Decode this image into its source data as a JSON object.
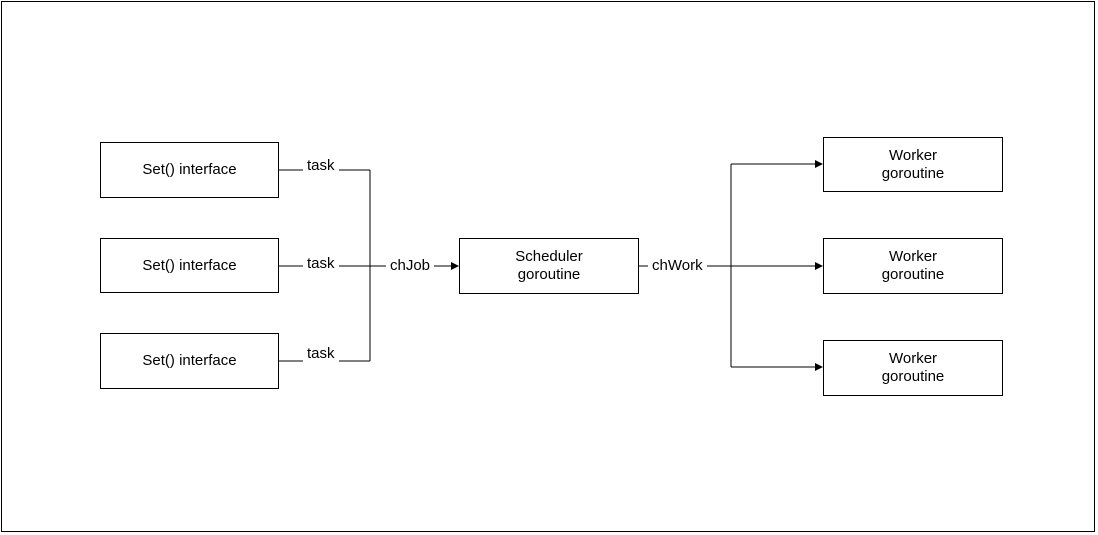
{
  "diagram": {
    "inputs": [
      {
        "label": "Set() interface",
        "edge": "task"
      },
      {
        "label": "Set() interface",
        "edge": "task"
      },
      {
        "label": "Set() interface",
        "edge": "task"
      }
    ],
    "channel_in": "chJob",
    "scheduler": "Scheduler\ngoroutine",
    "channel_out": "chWork",
    "workers": [
      {
        "label": "Worker\ngoroutine"
      },
      {
        "label": "Worker\ngoroutine"
      },
      {
        "label": "Worker\ngoroutine"
      }
    ],
    "colors": {
      "stroke": "#000000",
      "background": "#ffffff"
    }
  }
}
